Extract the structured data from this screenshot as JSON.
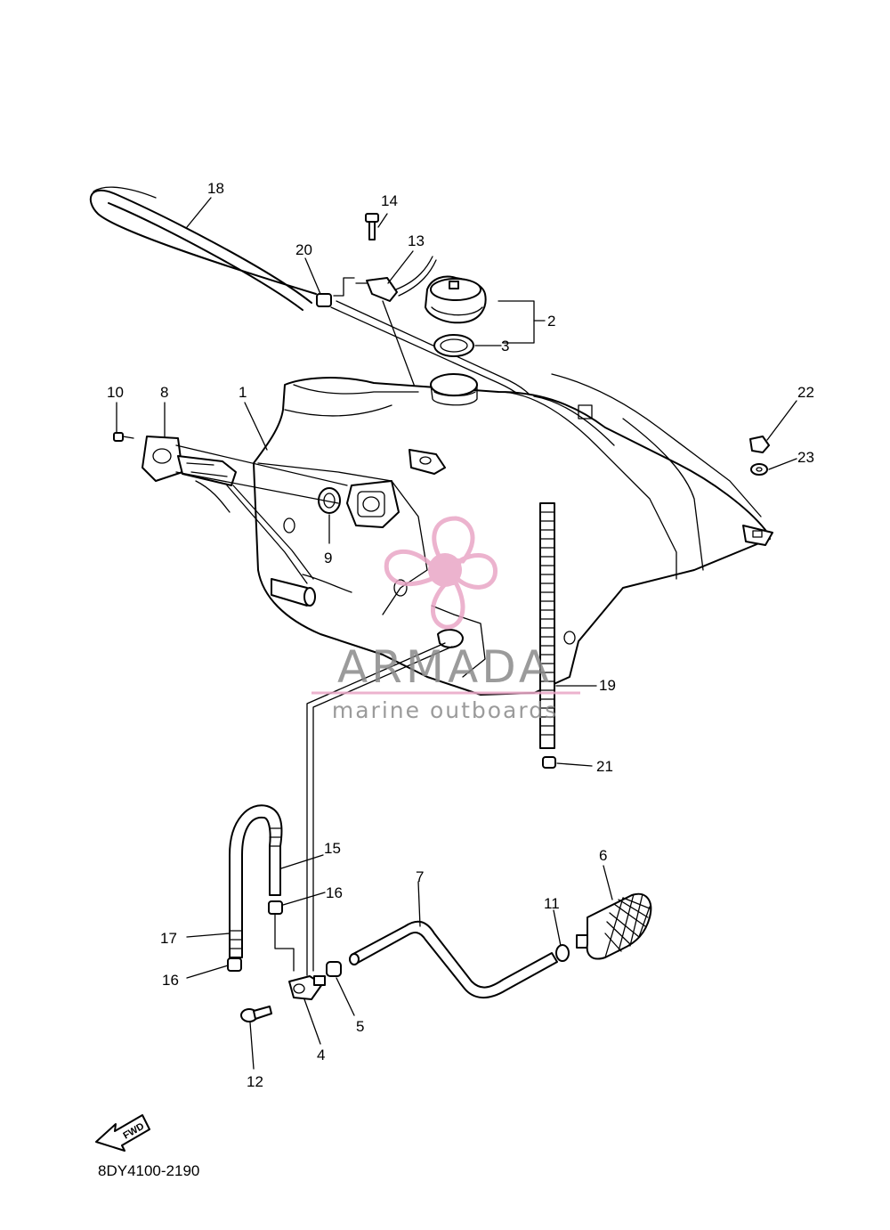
{
  "diagram": {
    "part_numbers": [
      "1",
      "2",
      "3",
      "4",
      "5",
      "6",
      "7",
      "8",
      "9",
      "10",
      "11",
      "12",
      "13",
      "14",
      "15",
      "16",
      "16",
      "17",
      "18",
      "19",
      "20",
      "21",
      "22",
      "23"
    ],
    "drawing_code": "8DY4100-2190",
    "fwd_label": "FWD"
  },
  "watermark": {
    "brand": "ARMADA",
    "tagline": "marine outboards",
    "color": "#8a8a8a",
    "accent": "#e9a6c6"
  }
}
